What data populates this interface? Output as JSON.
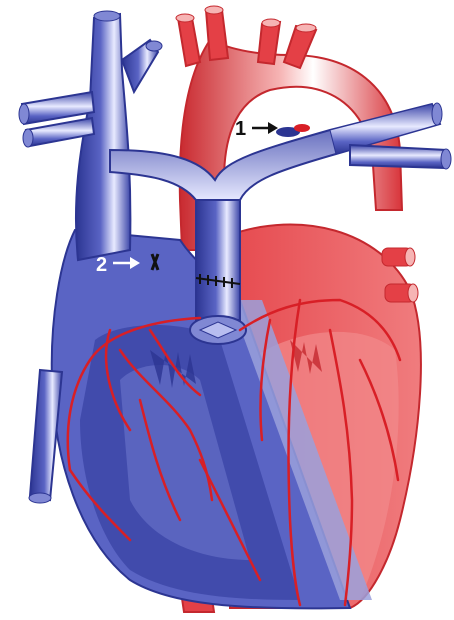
{
  "figure": {
    "callouts": [
      {
        "id": "1",
        "label": "1"
      },
      {
        "id": "2",
        "label": "2"
      }
    ]
  },
  "colors": {
    "venous_blue": "#4a55b8",
    "venous_blue_light": "#8088d4",
    "venous_blue_dark": "#2c3592",
    "arterial_red": "#e63b3f",
    "arterial_red_light": "#f08a8a",
    "arterial_red_pale": "#f6b4b4",
    "coronary_red": "#d81f26",
    "label_white": "#ffffff",
    "arrow_black": "#111111"
  },
  "icons": [
    "arrow-right-icon"
  ]
}
